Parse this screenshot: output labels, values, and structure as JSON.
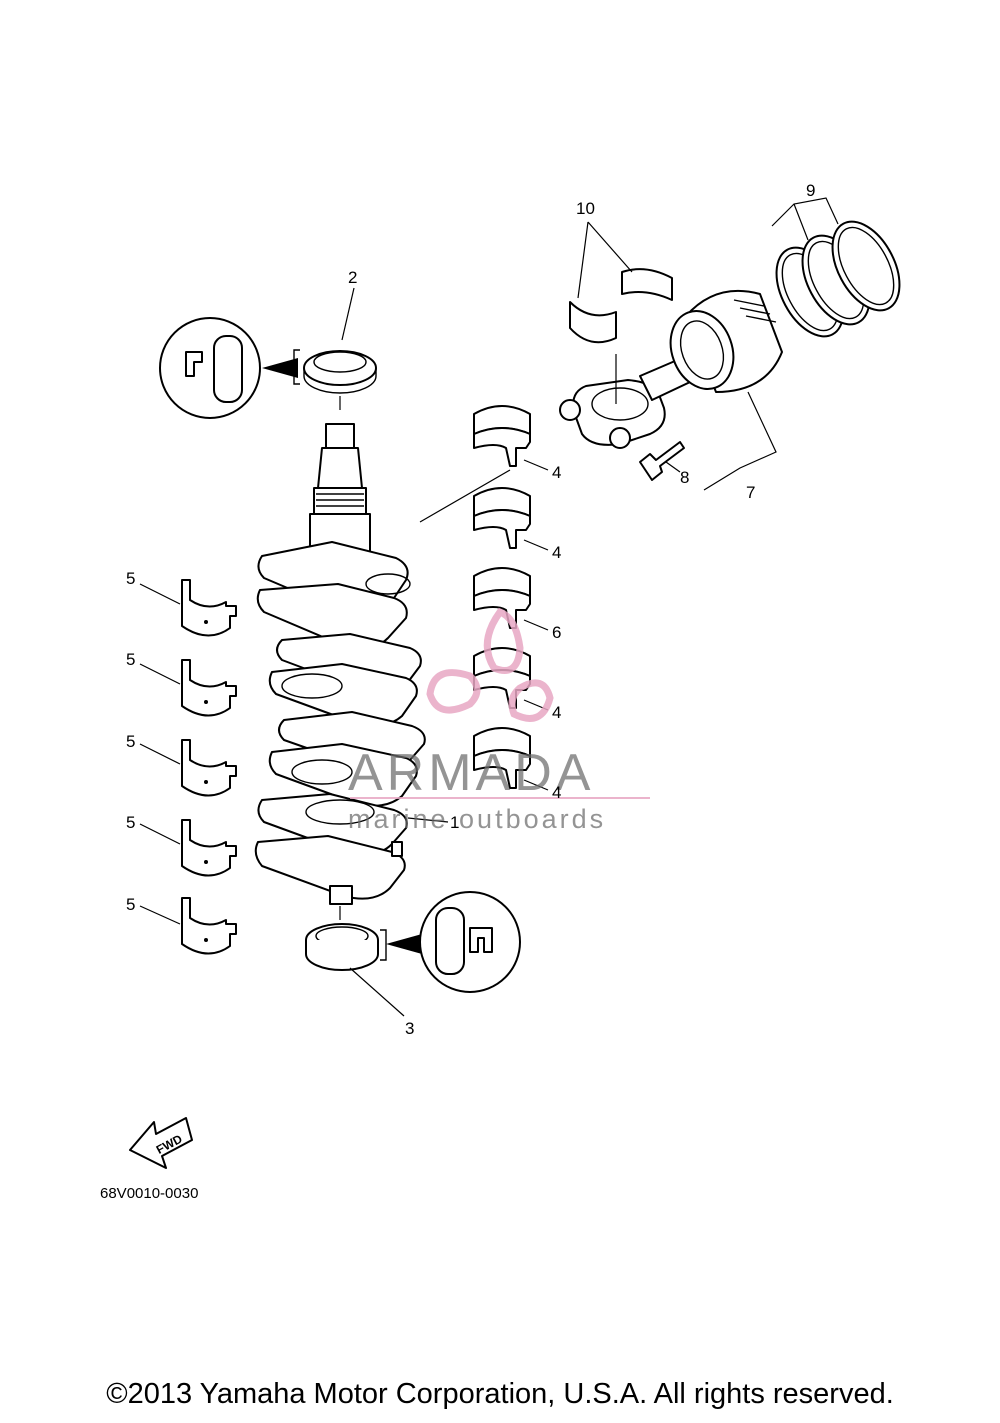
{
  "diagram": {
    "callouts": {
      "c1": "1",
      "c2": "2",
      "c3": "3",
      "c4a": "4",
      "c4b": "4",
      "c4c": "4",
      "c4d": "4",
      "c5a": "5",
      "c5b": "5",
      "c5c": "5",
      "c5d": "5",
      "c5e": "5",
      "c6": "6",
      "c7": "7",
      "c8": "8",
      "c9": "9",
      "c10": "10"
    },
    "code": "68V0010-0030",
    "fwd_label": "FWD"
  },
  "watermark": {
    "brand": "ARMADA",
    "tagline": "marine outboards",
    "logo_color": "#e8a7c4"
  },
  "footer": {
    "copyright": "©2013 Yamaha Motor Corporation, U.S.A. All rights reserved."
  }
}
